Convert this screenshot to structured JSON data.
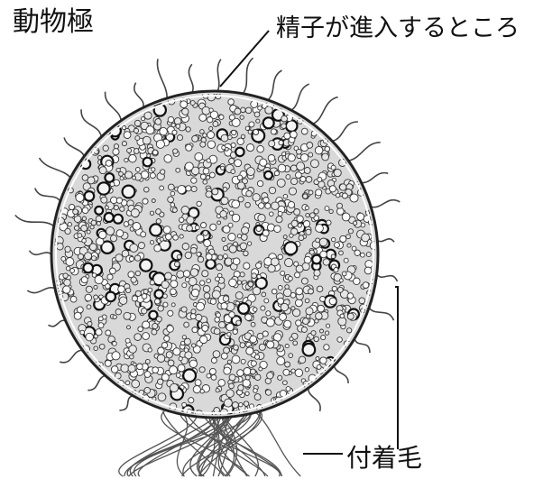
{
  "labels": {
    "pole": "動物極",
    "sperm_entry": "精子が進入するところ",
    "attachment_hair": "付着毛"
  }
}
